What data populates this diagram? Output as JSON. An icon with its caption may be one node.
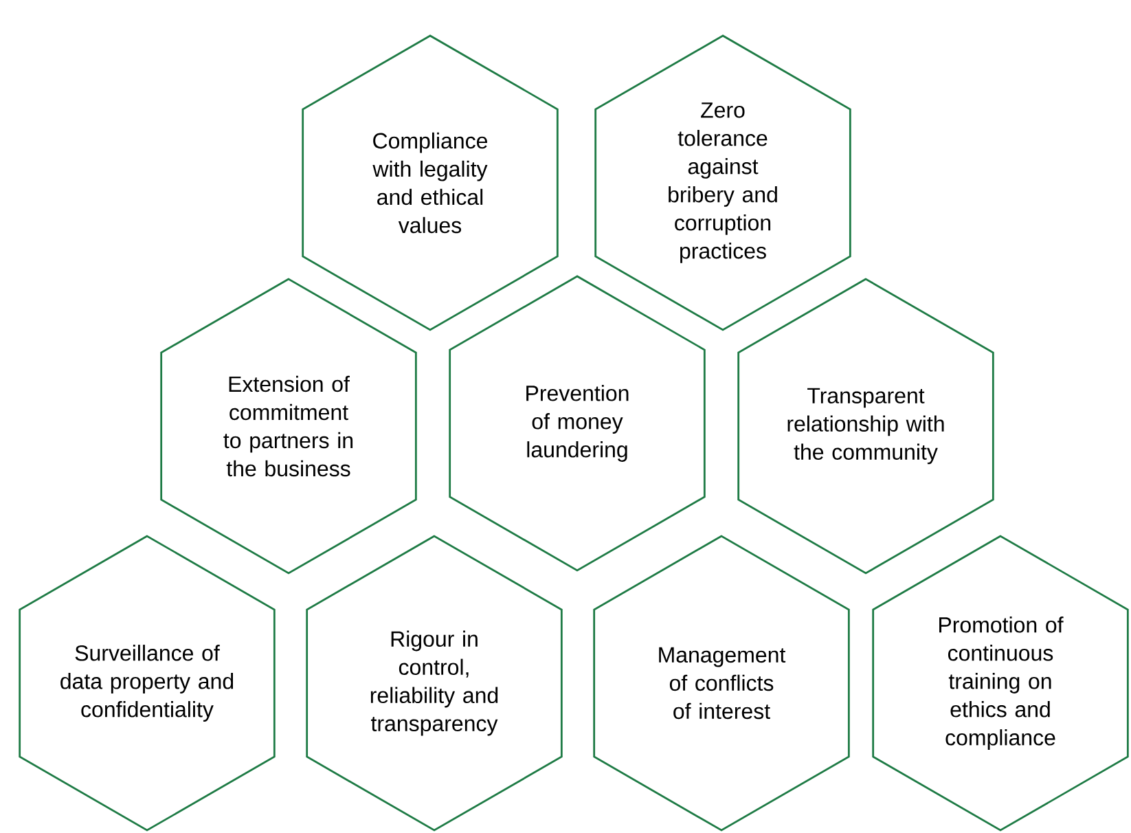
{
  "diagram": {
    "nodes": [
      {
        "text": [
          "Compliance with legality and ethical values"
        ]
      },
      {
        "text": [
          "Zero tolerance against bribery and corruption practices"
        ]
      },
      {
        "text": [
          "Extension of commitment to partners in the business"
        ]
      },
      {
        "text": [
          "Prevention of money laundering"
        ]
      },
      {
        "text": [
          "Transparent relationship with the community"
        ]
      },
      {
        "text": [
          "Surveillance of data property and confidentiality"
        ]
      },
      {
        "text": [
          "Rigour in control, reliability and transparency"
        ]
      },
      {
        "text": [
          "Management of conflicts of interest"
        ]
      },
      {
        "text": [
          "Promotion of continuous training on ethics and compliance"
        ]
      }
    ]
  }
}
